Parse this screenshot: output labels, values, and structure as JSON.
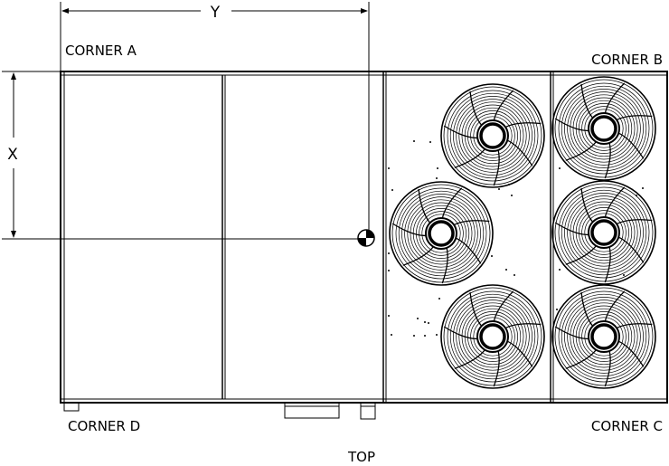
{
  "dimensions": {
    "horizontal_label": "Y",
    "vertical_label": "X"
  },
  "corners": {
    "a": "CORNER A",
    "b": "CORNER B",
    "c": "CORNER C",
    "d": "CORNER D"
  },
  "view_label": "TOP",
  "colors": {
    "line": "#000000",
    "background": "#ffffff"
  },
  "icons": {
    "center_of_gravity": "center-of-gravity-icon",
    "fan": "fan-guard-icon"
  }
}
